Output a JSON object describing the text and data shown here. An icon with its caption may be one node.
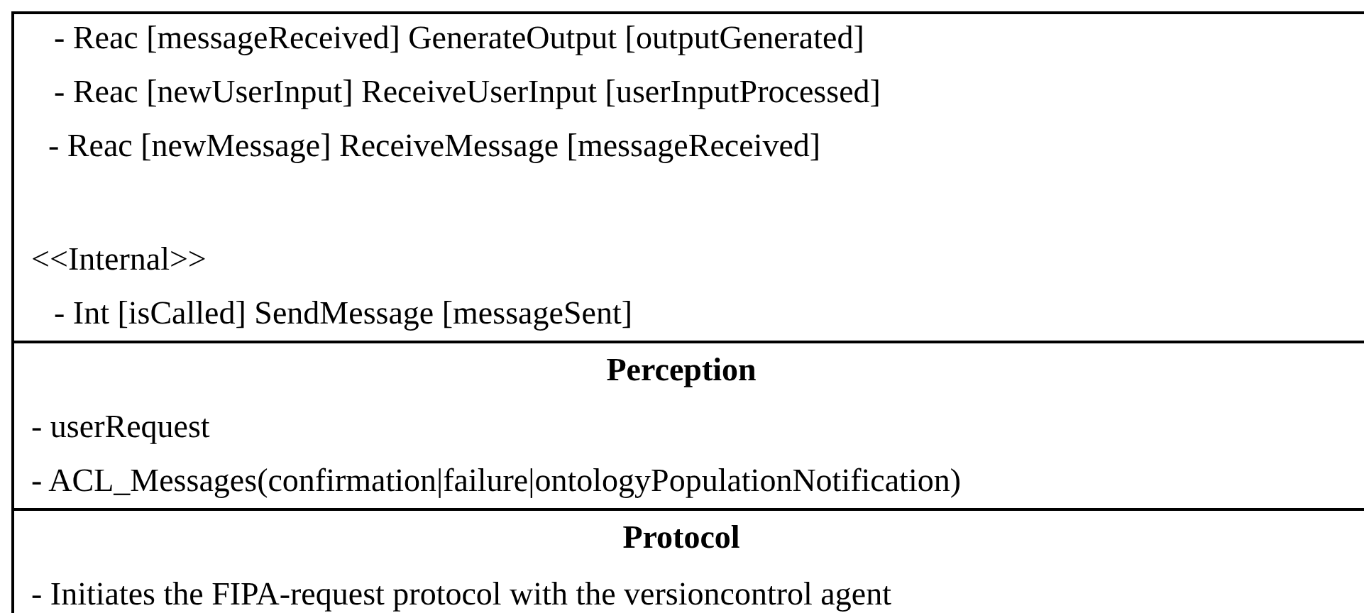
{
  "diagram": {
    "nodes": [
      {
        "text": [
          "- Reac [messageReceived] GenerateOutput [outputGenerated]",
          "- Reac [newUserInput] ReceiveUserInput [userInputProcessed]",
          "- Reac [newMessage] ReceiveMessage [messageReceived]",
          "<<Internal>>",
          "- Int [isCalled] SendMessage [messageSent]"
        ]
      },
      {
        "text": [
          "Perception",
          "- userRequest",
          "- ACL_Messages(confirmation|failure|ontologyPopulationNotification)"
        ]
      },
      {
        "text": [
          "Protocol",
          "- Initiates the FIPA-request protocol with the versioncontrol agent"
        ]
      }
    ]
  }
}
